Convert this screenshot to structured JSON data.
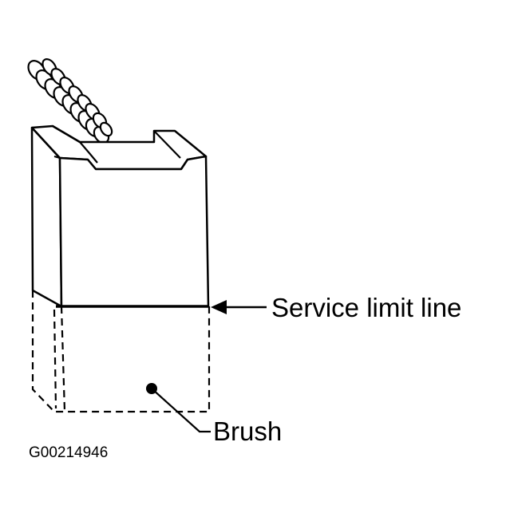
{
  "labels": {
    "service_limit_line": "Service limit line",
    "brush": "Brush"
  },
  "figure_id": "G00214946",
  "colors": {
    "ink": "#000000",
    "background": "#ffffff"
  }
}
